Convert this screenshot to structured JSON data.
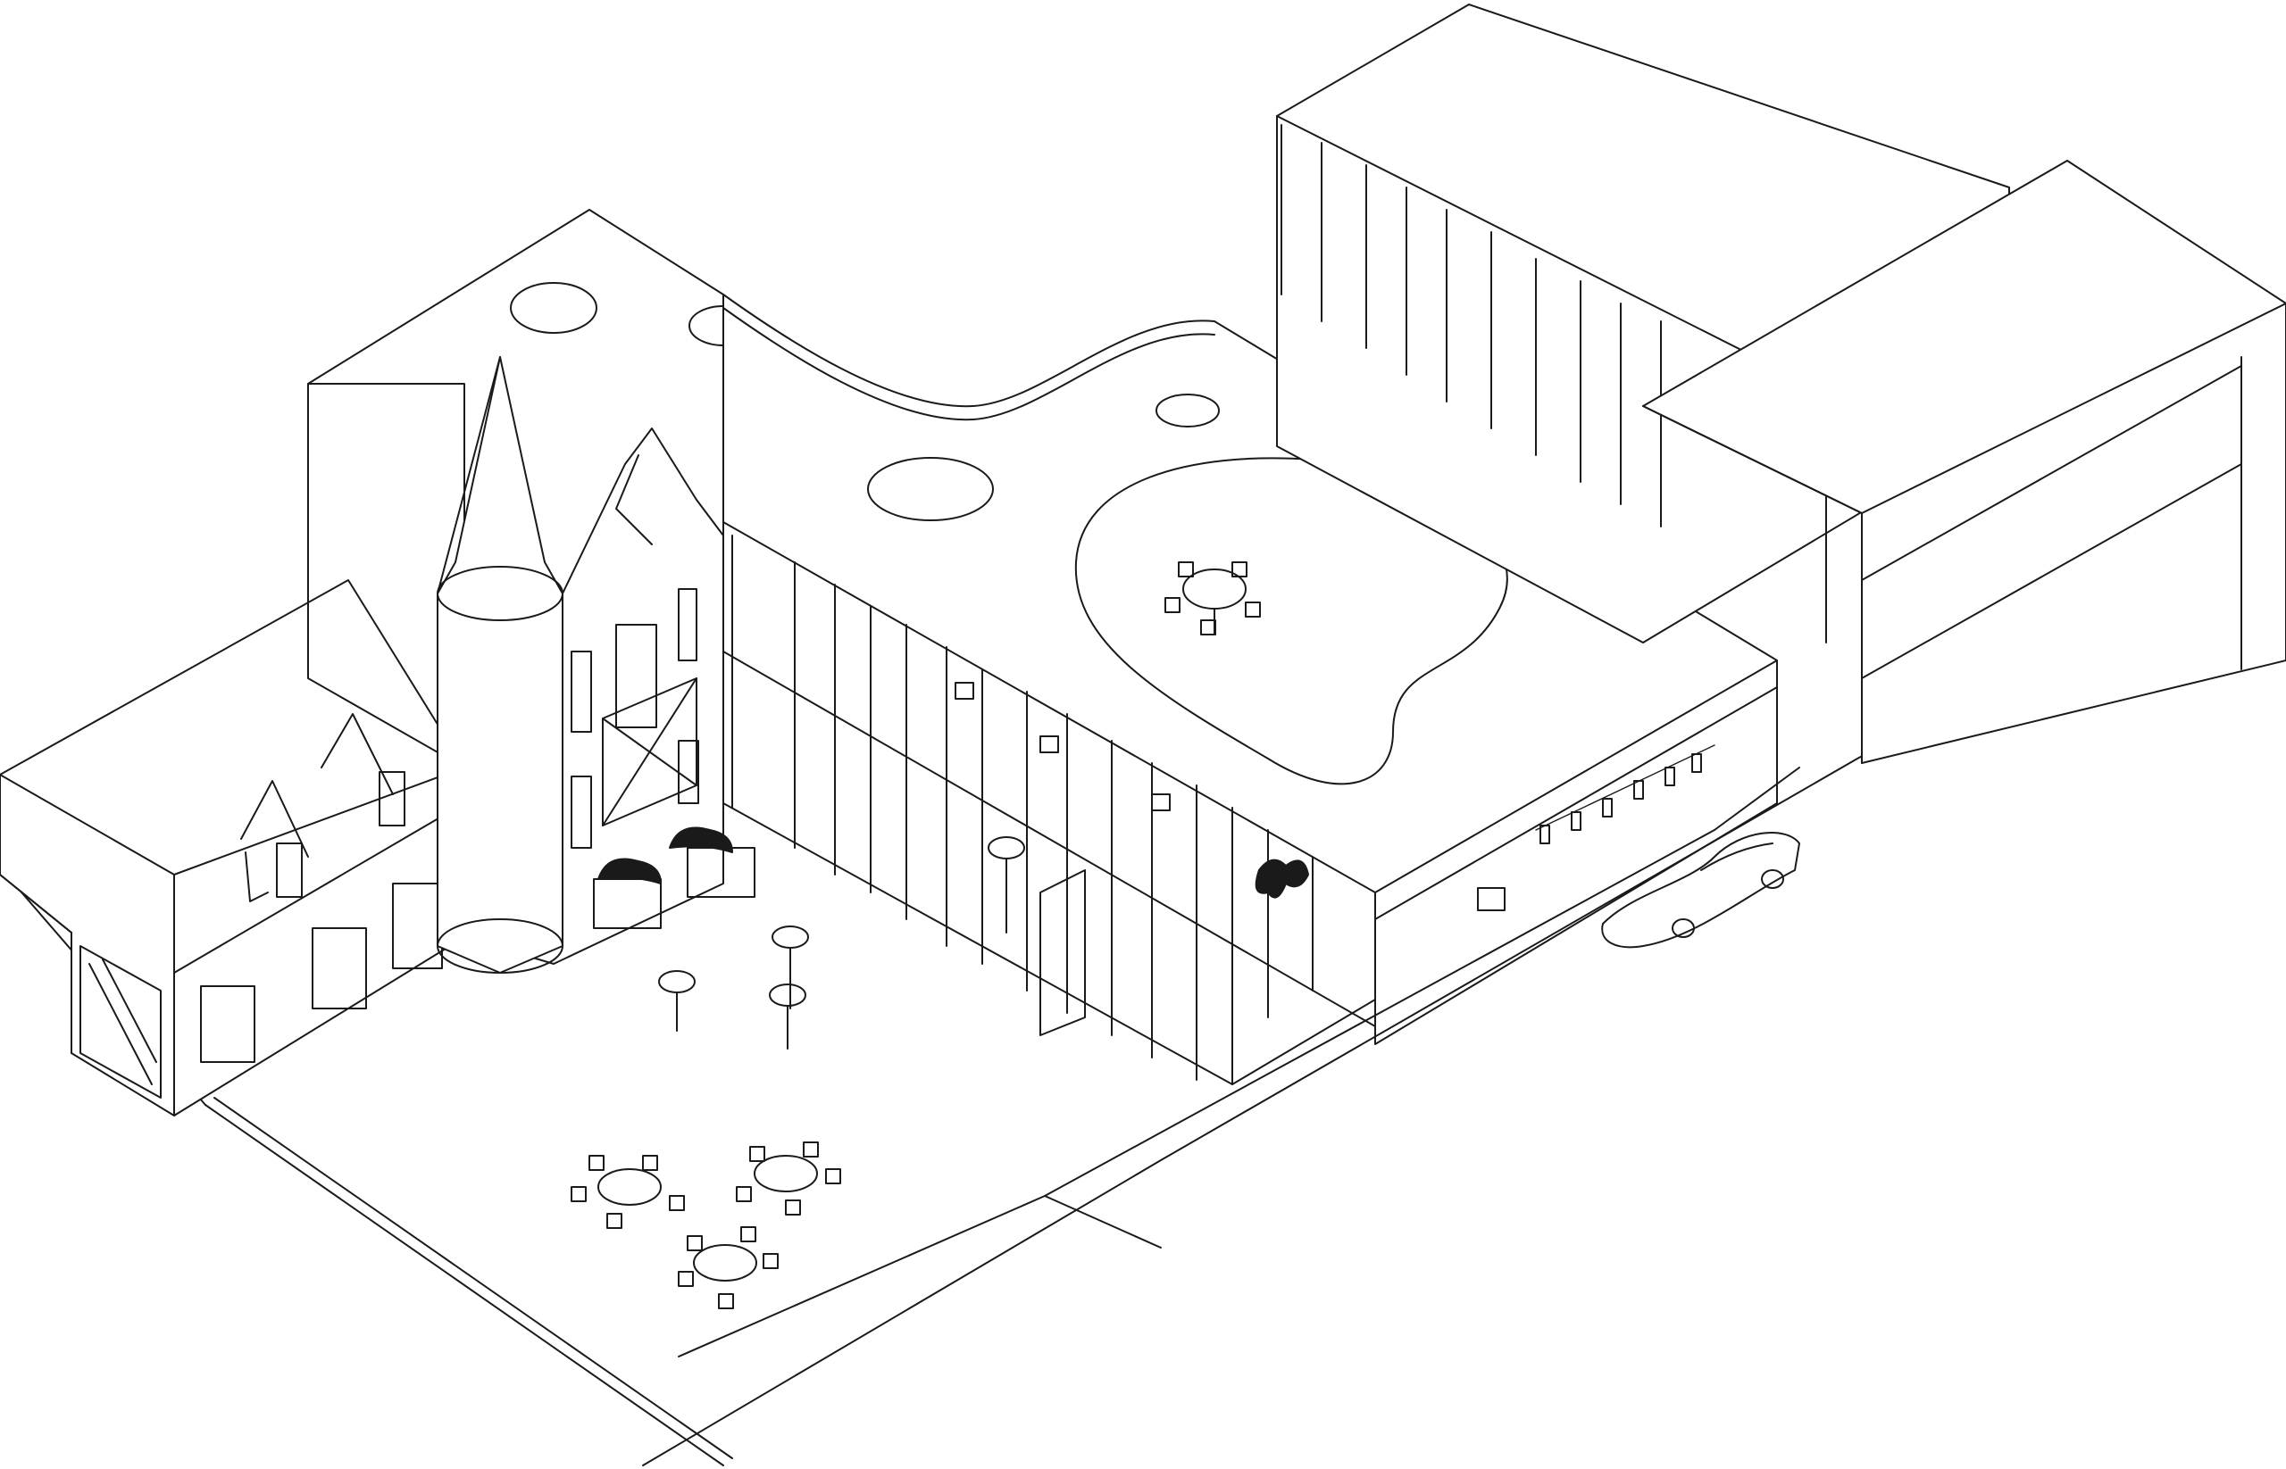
{
  "drawing": {
    "kind": "axonometric-line-drawing",
    "line_color": "#1a1a1a",
    "background": "#ffffff",
    "text_labels": []
  },
  "furniture": {
    "roof_table_sets": 1,
    "courtyard_table_sets": 3,
    "high_tables": 4,
    "interior_desk_chairs": 6,
    "lion_statues": 2,
    "cars": 1
  }
}
